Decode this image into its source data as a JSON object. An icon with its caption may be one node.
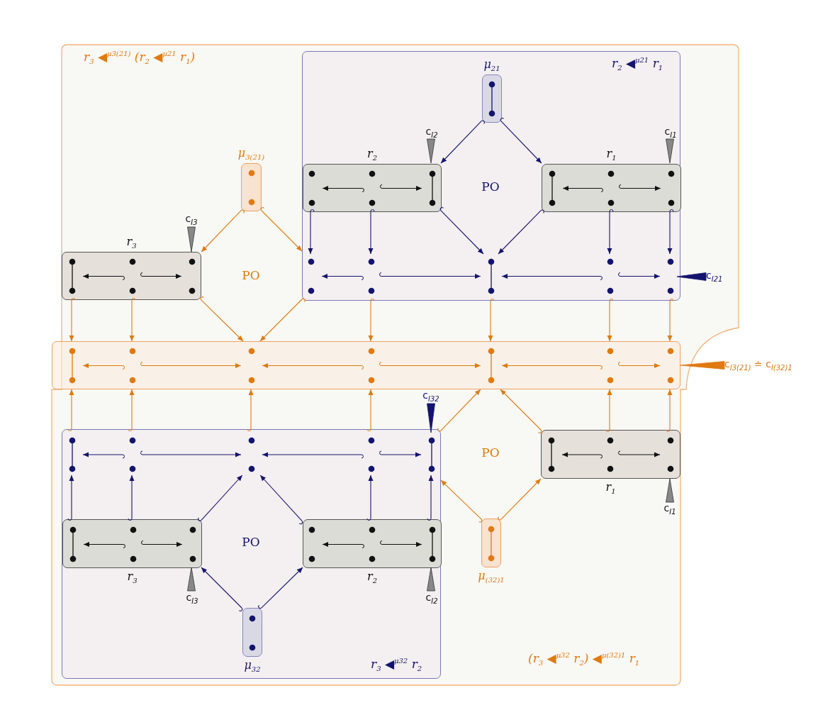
{
  "diagram": {
    "nodes": [
      {
        "text": [
          "r$_{3}$ ◀$^{μ3(21)}$ (r$_{2}$ ◀$^{μ21}$ r$_{1}$)",
          "(r$_{3}$ ◀$^{μ32}$ r$_{2}$) ◀$^{μ(32)1}$ r$_{1}$"
        ]
      },
      {
        "text": [
          "r$_{2}$ ◀$^{μ21}$ r$_{1}$"
        ],
        "in": 0
      },
      {
        "text": [
          "μ$_{21}$"
        ],
        "in": 1
      },
      {
        "text": [
          "r$_{2}$"
        ],
        "in": 1
      },
      {
        "text": [
          "r$_{1}$"
        ],
        "in": 1
      },
      {
        "text": [],
        "shape": "graph",
        "in": 1
      },
      {
        "text": [
          "μ$_{3(21)}$"
        ],
        "in": 0
      },
      {
        "text": [
          "r$_{3}$"
        ],
        "in": 0
      },
      {
        "text": [],
        "shape": "box",
        "in": 0
      },
      {
        "text": [
          "r$_{3}$ ◀$^{μ32}$ r$_{2}$"
        ],
        "in": 0
      },
      {
        "text": [],
        "shape": "graph",
        "in": 9
      },
      {
        "text": [
          "r$_{3}$"
        ],
        "in": 9
      },
      {
        "text": [
          "r$_{2}$"
        ],
        "in": 9
      },
      {
        "text": [
          "μ$_{32}$"
        ],
        "in": 9
      },
      {
        "text": [
          "r$_{1}$"
        ],
        "in": 0
      },
      {
        "text": [
          "μ$_{(32)1}$"
        ],
        "in": 0
      },
      {
        "text": [
          "c$_{I2}$"
        ],
        "in": 1
      },
      {
        "text": [
          "c$_{I1}$"
        ],
        "in": 1
      },
      {
        "text": [
          "c$_{I3}$"
        ],
        "in": 0
      },
      {
        "text": [
          "c$_{I21}$"
        ],
        "in": 0
      },
      {
        "text": [
          "c$_{I3(21)}$ ≐ c$_{I(32)1}$"
        ]
      },
      {
        "text": [
          "c$_{I32}$"
        ],
        "in": 0
      },
      {
        "text": [
          "c$_{I1}$"
        ],
        "in": 0
      },
      {
        "text": [
          "c$_{I3}$"
        ],
        "in": 9
      },
      {
        "text": [
          "c$_{I2}$"
        ],
        "in": 9
      }
    ],
    "edges": [
      {
        "from": 2,
        "to": 3,
        "arrow": "to",
        "color": "#14146e"
      },
      {
        "from": 2,
        "to": 4,
        "arrow": "to",
        "color": "#14146e"
      },
      {
        "from": 3,
        "to": 5,
        "arrow": "to",
        "color": "#14146e"
      },
      {
        "from": 3,
        "to": 5,
        "arrow": "to",
        "color": "#14146e"
      },
      {
        "from": 3,
        "to": 5,
        "arrow": "to",
        "color": "#14146e"
      },
      {
        "from": 4,
        "to": 5,
        "arrow": "to",
        "color": "#14146e"
      },
      {
        "from": 4,
        "to": 5,
        "arrow": "to",
        "color": "#14146e"
      },
      {
        "from": 4,
        "to": 5,
        "arrow": "to",
        "color": "#14146e"
      },
      {
        "from": 6,
        "to": 7,
        "arrow": "to"
      },
      {
        "from": 6,
        "to": 1,
        "arrow": "to"
      },
      {
        "from": 7,
        "to": 8,
        "arrow": "to"
      },
      {
        "from": 7,
        "to": 8,
        "arrow": "to"
      },
      {
        "from": 7,
        "to": 8,
        "arrow": "to"
      },
      {
        "from": 1,
        "to": 8,
        "arrow": "to"
      },
      {
        "from": 1,
        "to": 8,
        "arrow": "to"
      },
      {
        "from": 1,
        "to": 8,
        "arrow": "to"
      },
      {
        "from": 1,
        "to": 8,
        "arrow": "to"
      },
      {
        "from": 1,
        "to": 8,
        "arrow": "to"
      },
      {
        "from": 9,
        "to": 8,
        "arrow": "to"
      },
      {
        "from": 9,
        "to": 8,
        "arrow": "to"
      },
      {
        "from": 9,
        "to": 8,
        "arrow": "to"
      },
      {
        "from": 9,
        "to": 8,
        "arrow": "to"
      },
      {
        "from": 9,
        "to": 8,
        "arrow": "to"
      },
      {
        "from": 14,
        "to": 8,
        "arrow": "to"
      },
      {
        "from": 14,
        "to": 8,
        "arrow": "to"
      },
      {
        "from": 14,
        "to": 8,
        "arrow": "to"
      },
      {
        "from": 15,
        "to": 9,
        "arrow": "to"
      },
      {
        "from": 15,
        "to": 14,
        "arrow": "to"
      },
      {
        "from": 13,
        "to": 11,
        "arrow": "to",
        "color": "#14146e"
      },
      {
        "from": 13,
        "to": 12,
        "arrow": "to",
        "color": "#14146e"
      },
      {
        "from": 11,
        "to": 10,
        "arrow": "to",
        "color": "#14146e"
      },
      {
        "from": 11,
        "to": 10,
        "arrow": "to",
        "color": "#14146e"
      },
      {
        "from": 11,
        "to": 10,
        "arrow": "to",
        "color": "#14146e"
      },
      {
        "from": 12,
        "to": 10,
        "arrow": "to",
        "color": "#14146e"
      },
      {
        "from": 12,
        "to": 10,
        "arrow": "to",
        "color": "#14146e"
      },
      {
        "from": 12,
        "to": 10,
        "arrow": "to",
        "color": "#14146e"
      },
      {
        "from": 16,
        "to": 3,
        "arrow": "to",
        "style": "thick",
        "color": "#888888"
      },
      {
        "from": 17,
        "to": 4,
        "arrow": "to",
        "style": "thick",
        "color": "#888888"
      },
      {
        "from": 18,
        "to": 7,
        "arrow": "to",
        "style": "thick",
        "color": "#888888"
      },
      {
        "from": 19,
        "to": 5,
        "arrow": "to",
        "style": "thick",
        "color": "#14146e"
      },
      {
        "from": 20,
        "to": 8,
        "arrow": "to",
        "style": "thick"
      },
      {
        "from": 21,
        "to": 10,
        "arrow": "to",
        "style": "thick",
        "color": "#14146e"
      },
      {
        "from": 22,
        "to": 14,
        "arrow": "to",
        "style": "thick",
        "color": "#888888"
      },
      {
        "from": 23,
        "to": 11,
        "arrow": "to",
        "style": "thick",
        "color": "#888888"
      },
      {
        "from": 24,
        "to": 12,
        "arrow": "to",
        "style": "thick",
        "color": "#888888"
      }
    ],
    "labels": [
      "PO",
      "PO",
      "PO",
      "PO"
    ]
  }
}
